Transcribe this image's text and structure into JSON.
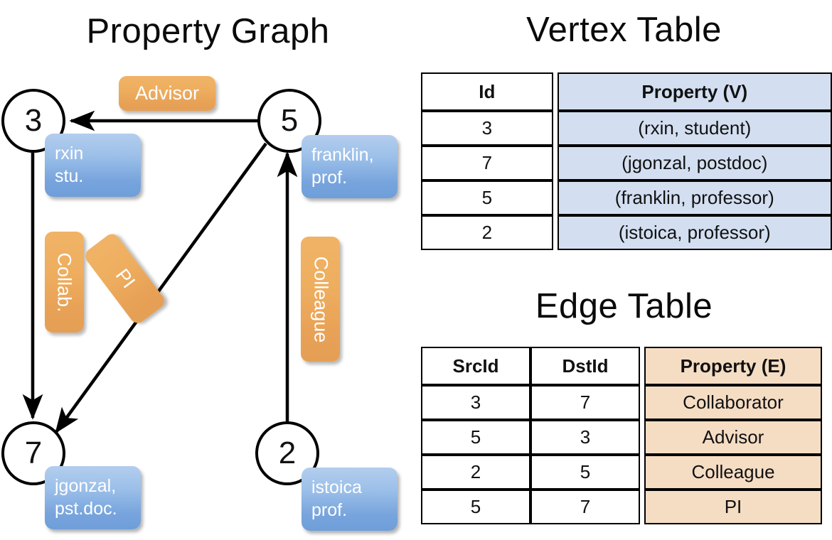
{
  "titles": {
    "property_graph": "Property Graph",
    "vertex_table": "Vertex Table",
    "edge_table": "Edge Table"
  },
  "graph": {
    "nodes": [
      {
        "id": "3",
        "label": "3",
        "property_lines": [
          "rxin",
          "stu."
        ]
      },
      {
        "id": "5",
        "label": "5",
        "property_lines": [
          "franklin,",
          "prof."
        ]
      },
      {
        "id": "7",
        "label": "7",
        "property_lines": [
          "jgonzal,",
          "pst.doc."
        ]
      },
      {
        "id": "2",
        "label": "2",
        "property_lines": [
          "istoica",
          "prof."
        ]
      }
    ],
    "edge_labels": {
      "advisor": "Advisor",
      "collab": "Collab.",
      "pi": "PI",
      "colleague": "Colleague"
    },
    "edges": [
      {
        "src": "5",
        "dst": "3",
        "label": "Advisor"
      },
      {
        "src": "3",
        "dst": "7",
        "label": "Collab."
      },
      {
        "src": "5",
        "dst": "7",
        "label": "PI"
      },
      {
        "src": "2",
        "dst": "5",
        "label": "Colleague"
      }
    ]
  },
  "vertex_table": {
    "headers": [
      "Id",
      "Property (V)"
    ],
    "rows": [
      {
        "id": "3",
        "property": "(rxin, student)"
      },
      {
        "id": "7",
        "property": "(jgonzal, postdoc)"
      },
      {
        "id": "5",
        "property": "(franklin, professor)"
      },
      {
        "id": "2",
        "property": "(istoica, professor)"
      }
    ]
  },
  "edge_table": {
    "headers": [
      "SrcId",
      "DstId",
      "Property (E)"
    ],
    "rows": [
      {
        "src": "3",
        "dst": "7",
        "property": "Collaborator"
      },
      {
        "src": "5",
        "dst": "3",
        "property": "Advisor"
      },
      {
        "src": "2",
        "dst": "5",
        "property": "Colleague"
      },
      {
        "src": "5",
        "dst": "7",
        "property": "PI"
      }
    ]
  },
  "colors": {
    "vertex_property_fill": "#d3dff1",
    "edge_property_fill": "#f5ddc4",
    "node_box_blue": "#78a4dd",
    "edge_label_orange": "#e8a257"
  }
}
